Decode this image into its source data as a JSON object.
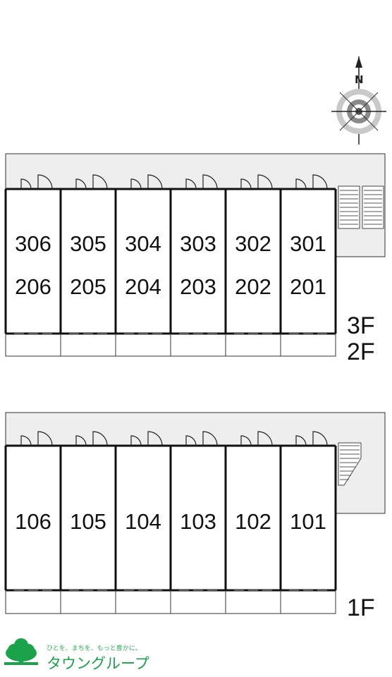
{
  "compass": {
    "north_label": "N",
    "icon": "compass-icon"
  },
  "upper_building": {
    "rows": [
      [
        "306",
        "305",
        "304",
        "303",
        "302",
        "301"
      ],
      [
        "206",
        "205",
        "204",
        "203",
        "202",
        "201"
      ]
    ],
    "floor_labels": [
      "3F",
      "2F"
    ]
  },
  "lower_building": {
    "rows": [
      [
        "106",
        "105",
        "104",
        "103",
        "102",
        "101"
      ]
    ],
    "floor_labels": [
      "1F"
    ]
  },
  "logo": {
    "tagline": "ひとを、まちを、もっと豊かに。",
    "name": "タウングループ",
    "icon": "tree-logo-icon",
    "color": "#1aa34a"
  }
}
